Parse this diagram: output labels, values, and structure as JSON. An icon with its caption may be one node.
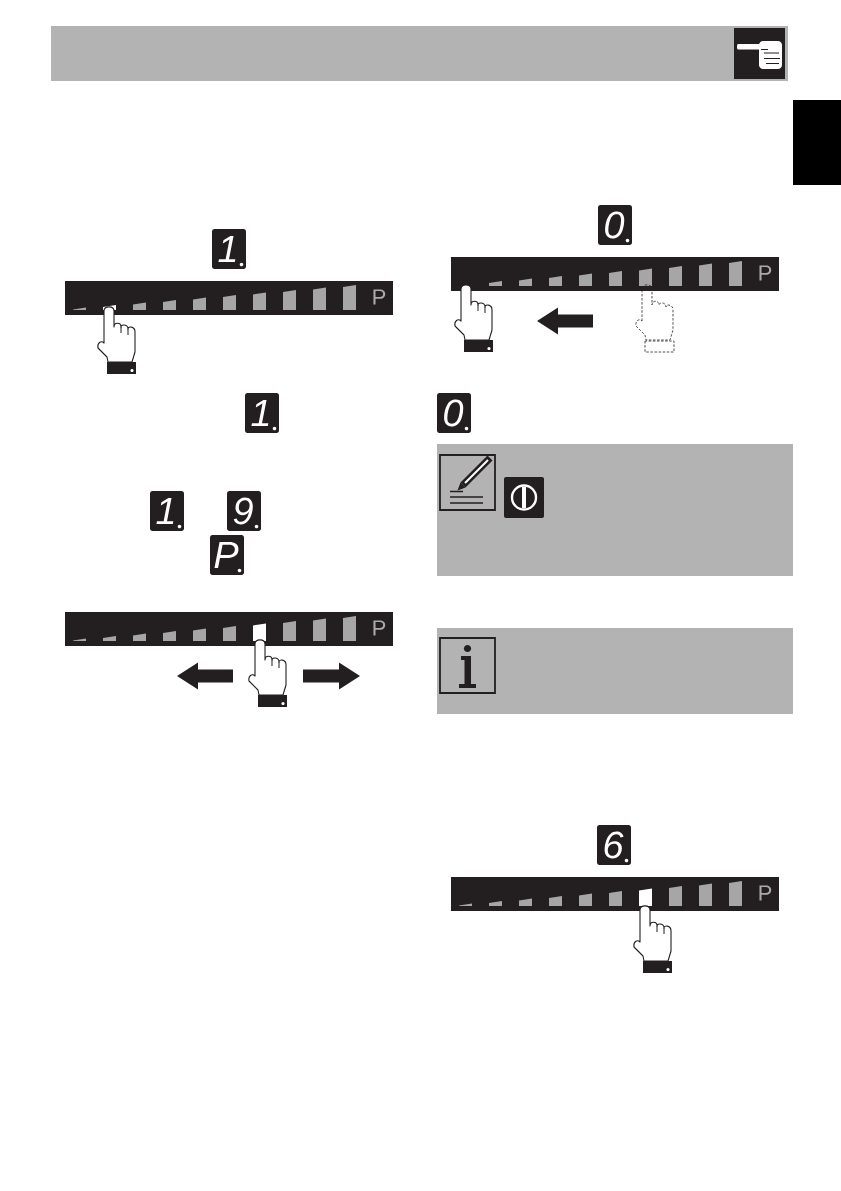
{
  "diagram": {
    "labels": [
      "1",
      "P",
      "1",
      "1",
      "9",
      "P",
      "P",
      "0",
      "P",
      "0",
      "6",
      "P"
    ]
  }
}
